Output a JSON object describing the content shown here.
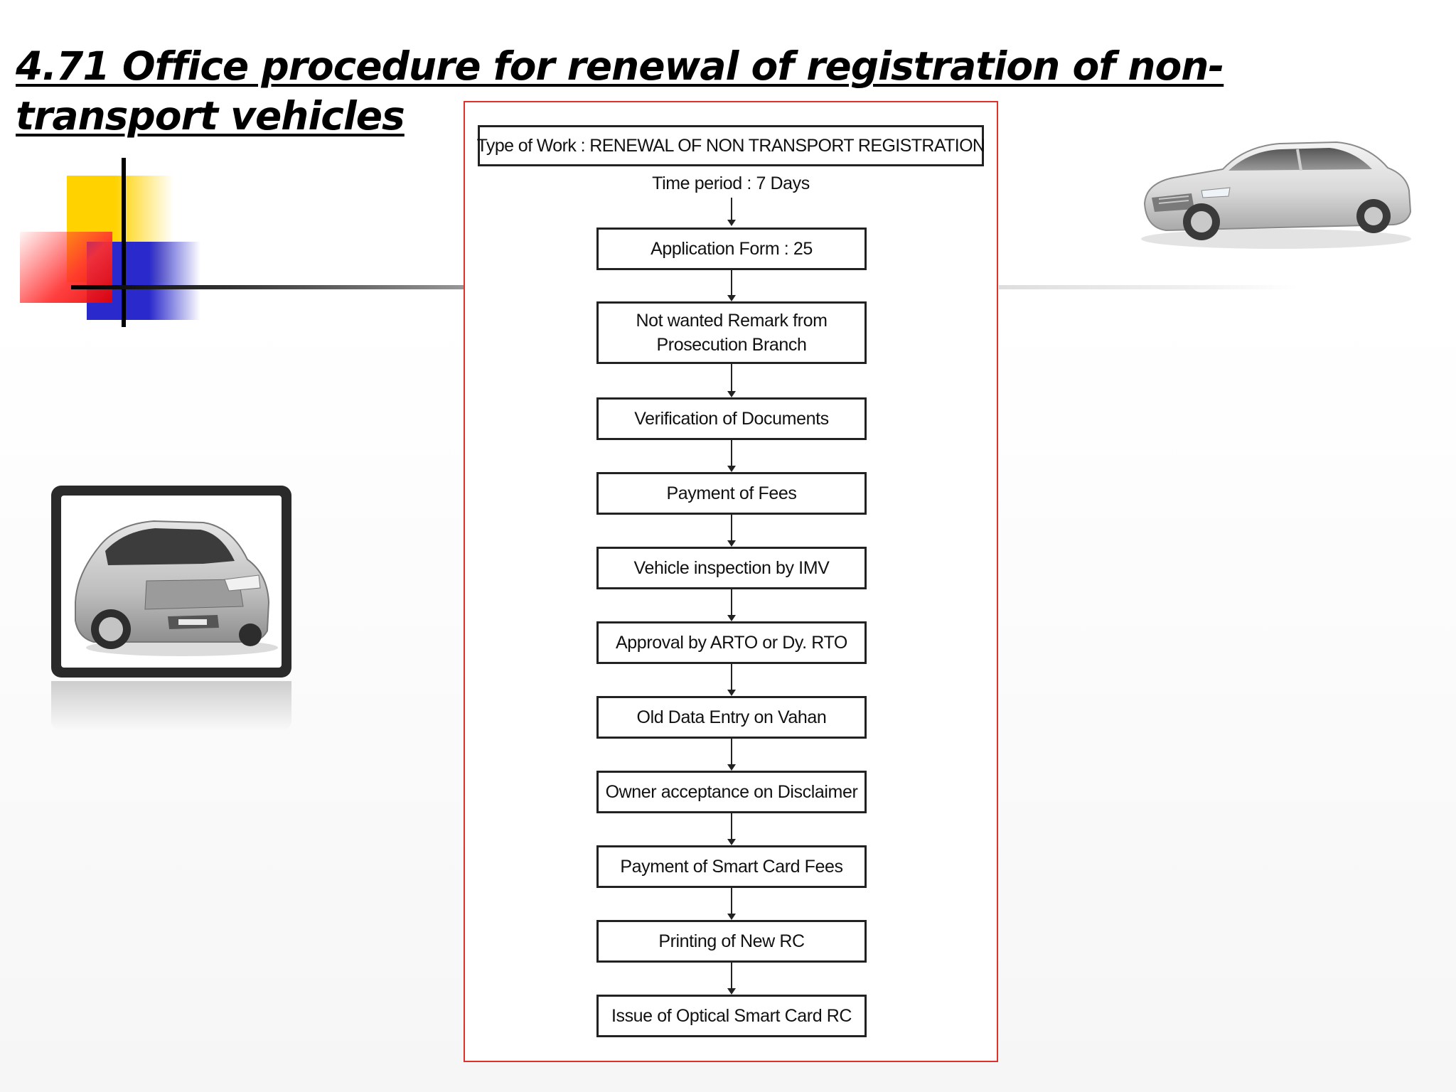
{
  "slide": {
    "title": "4.71 Office procedure for renewal of registration of non-transport vehicles"
  },
  "diagram": {
    "type_of_work": "Type of Work : RENEWAL OF NON TRANSPORT REGISTRATION",
    "time_period": "Time period : 7 Days",
    "steps": [
      "Application Form : 25",
      "Not wanted Remark from Prosecution Branch",
      "Verification of Documents",
      "Payment of Fees",
      "Vehicle inspection by IMV",
      "Approval by ARTO or Dy. RTO",
      "Old Data Entry on Vahan",
      "Owner acceptance on Disclaimer",
      "Payment of Smart Card Fees",
      "Printing of New RC",
      "Issue of Optical Smart Card RC"
    ],
    "border_color": "#e0302a"
  },
  "images": {
    "top_right": "silver-sedan-car",
    "bottom_left": "silver-hatchback-car-framed"
  },
  "decoration_colors": {
    "yellow": "#ffd200",
    "blue": "#2a2acc",
    "red": "#ff3030"
  }
}
